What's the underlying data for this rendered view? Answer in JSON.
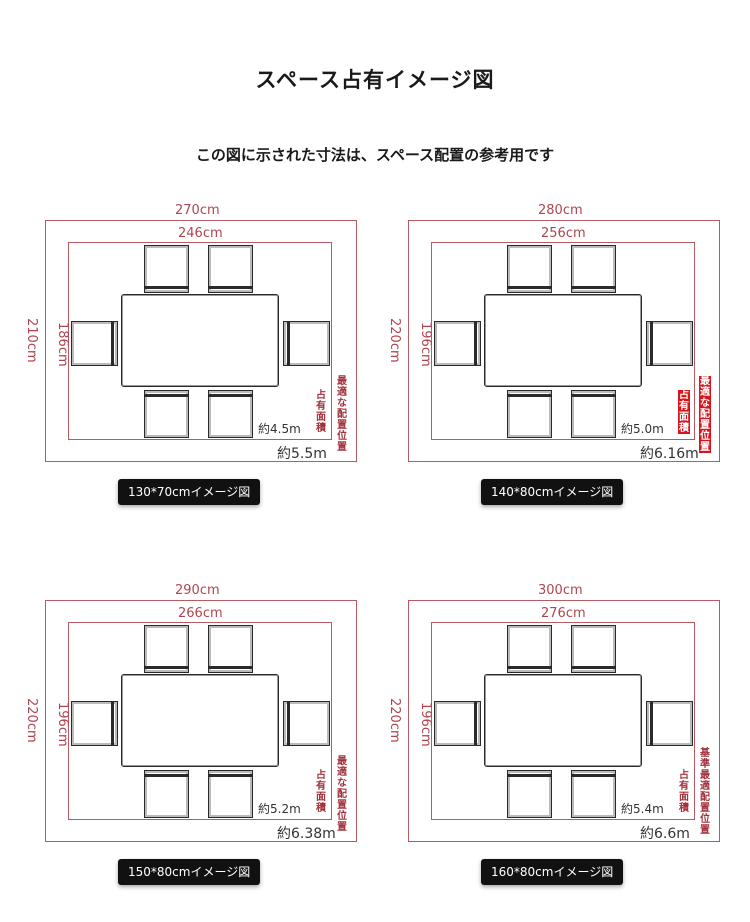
{
  "title": "スペース占有イメージ図",
  "subtitle": "この図に示された寸法は、スペース配置の参考用です",
  "colors": {
    "dimension": "#b0454f",
    "highlight": "#d8141c"
  },
  "panels": [
    {
      "outer_width": "270cm",
      "inner_width": "246cm",
      "outer_height": "210cm",
      "inner_height": "186cm",
      "inner_area": "約4.5m",
      "outer_area": "約5.5m",
      "occupied_label": "占有面積",
      "optimal_label": "最適な配置位置",
      "caption": "130*70cmイメージ図"
    },
    {
      "outer_width": "280cm",
      "inner_width": "256cm",
      "outer_height": "220cm",
      "inner_height": "196cm",
      "inner_area": "約5.0m",
      "outer_area": "約6.16m",
      "occupied_label": "占有面積",
      "optimal_label": "最適な配置位置",
      "caption": "140*80cmイメージ図"
    },
    {
      "outer_width": "290cm",
      "inner_width": "266cm",
      "outer_height": "220cm",
      "inner_height": "196cm",
      "inner_area": "約5.2m",
      "outer_area": "約6.38m",
      "occupied_label": "占有面積",
      "optimal_label": "最適な配置位置",
      "caption": "150*80cmイメージ図"
    },
    {
      "outer_width": "300cm",
      "inner_width": "276cm",
      "outer_height": "220cm",
      "inner_height": "196cm",
      "inner_area": "約5.4m",
      "outer_area": "約6.6m",
      "occupied_label": "占有面積",
      "optimal_label": "基準最適配置位置",
      "caption": "160*80cmイメージ図"
    }
  ]
}
